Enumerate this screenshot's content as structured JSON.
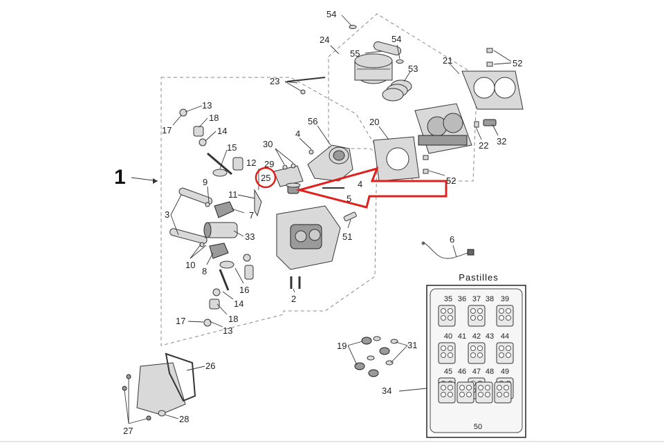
{
  "assembly_label": "1",
  "kit_title": "Pastilles",
  "kit_rows": [
    [
      "35",
      "36",
      "37",
      "38",
      "39"
    ],
    [
      "40",
      "41",
      "42",
      "43",
      "44"
    ],
    [
      "45",
      "46",
      "47",
      "48",
      "49"
    ]
  ],
  "kit_bottom": "50",
  "callouts": {
    "c54a": "54",
    "c24": "24",
    "c55": "55",
    "c54b": "54",
    "c53": "53",
    "c21": "21",
    "c52a": "52",
    "c23": "23",
    "c13a": "13",
    "c18a": "18",
    "c17a": "17",
    "c14a": "14",
    "c15": "15",
    "c4a": "4",
    "c56": "56",
    "c30": "30",
    "c29": "29",
    "c12": "12",
    "c25": "25",
    "c4b": "4",
    "c5": "5",
    "c20": "20",
    "c22": "22",
    "c32": "32",
    "c52b": "52",
    "c9": "9",
    "c11": "11",
    "c3": "3",
    "c7": "7",
    "c33": "33",
    "c10": "10",
    "c8": "8",
    "c16": "16",
    "c14b": "14",
    "c18b": "18",
    "c17b": "17",
    "c13b": "13",
    "c2": "2",
    "c51": "51",
    "c6": "6",
    "c19": "19",
    "c31": "31",
    "c34": "34",
    "c26": "26",
    "c27": "27",
    "c28": "28"
  },
  "highlight": {
    "circle_color": "#e0201c",
    "arrow_color": "#e0201c"
  }
}
